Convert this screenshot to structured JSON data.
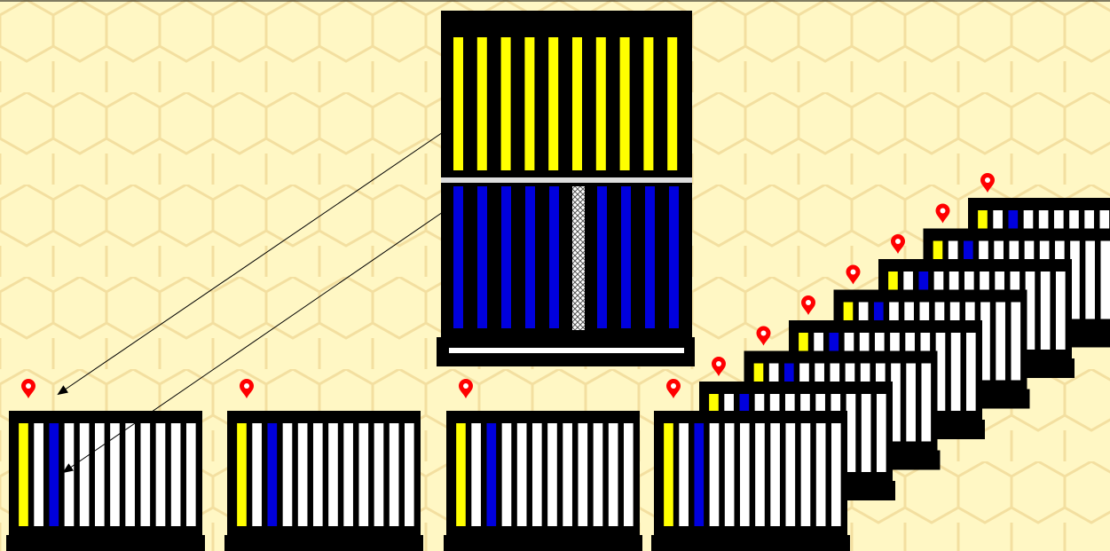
{
  "colors": {
    "background": "#fff7c4",
    "hex_line": "#f3dfa0",
    "frame": "#000000",
    "honey": "#ffff00",
    "brood": "#0000dd",
    "empty": "#ffffff",
    "pin": "#ff0000"
  },
  "main_hive": {
    "top_box_frames": 10,
    "top_box_fill": "honey",
    "bottom_box_frames": 10,
    "bottom_box_fill": "brood",
    "divider_frame": "mesh-divider"
  },
  "small_hives": [
    {
      "frames": 12,
      "honey_frames": 1,
      "brood_frames": 1,
      "marker": "location-pin-icon"
    },
    {
      "frames": 12,
      "honey_frames": 1,
      "brood_frames": 1,
      "marker": "location-pin-icon"
    },
    {
      "frames": 12,
      "honey_frames": 1,
      "brood_frames": 1,
      "marker": "location-pin-icon"
    },
    {
      "frames": 12,
      "honey_frames": 1,
      "brood_frames": 1,
      "marker": "location-pin-icon"
    }
  ],
  "stacked_hives": {
    "count": 7,
    "frames_each": 12,
    "honey_frames": 1,
    "brood_frames": 1,
    "marker": "location-pin-icon"
  },
  "arrows": [
    {
      "from": "main-hive-top-box",
      "to": "small-hive-1"
    },
    {
      "from": "main-hive-bottom-box",
      "to": "small-hive-1"
    }
  ]
}
